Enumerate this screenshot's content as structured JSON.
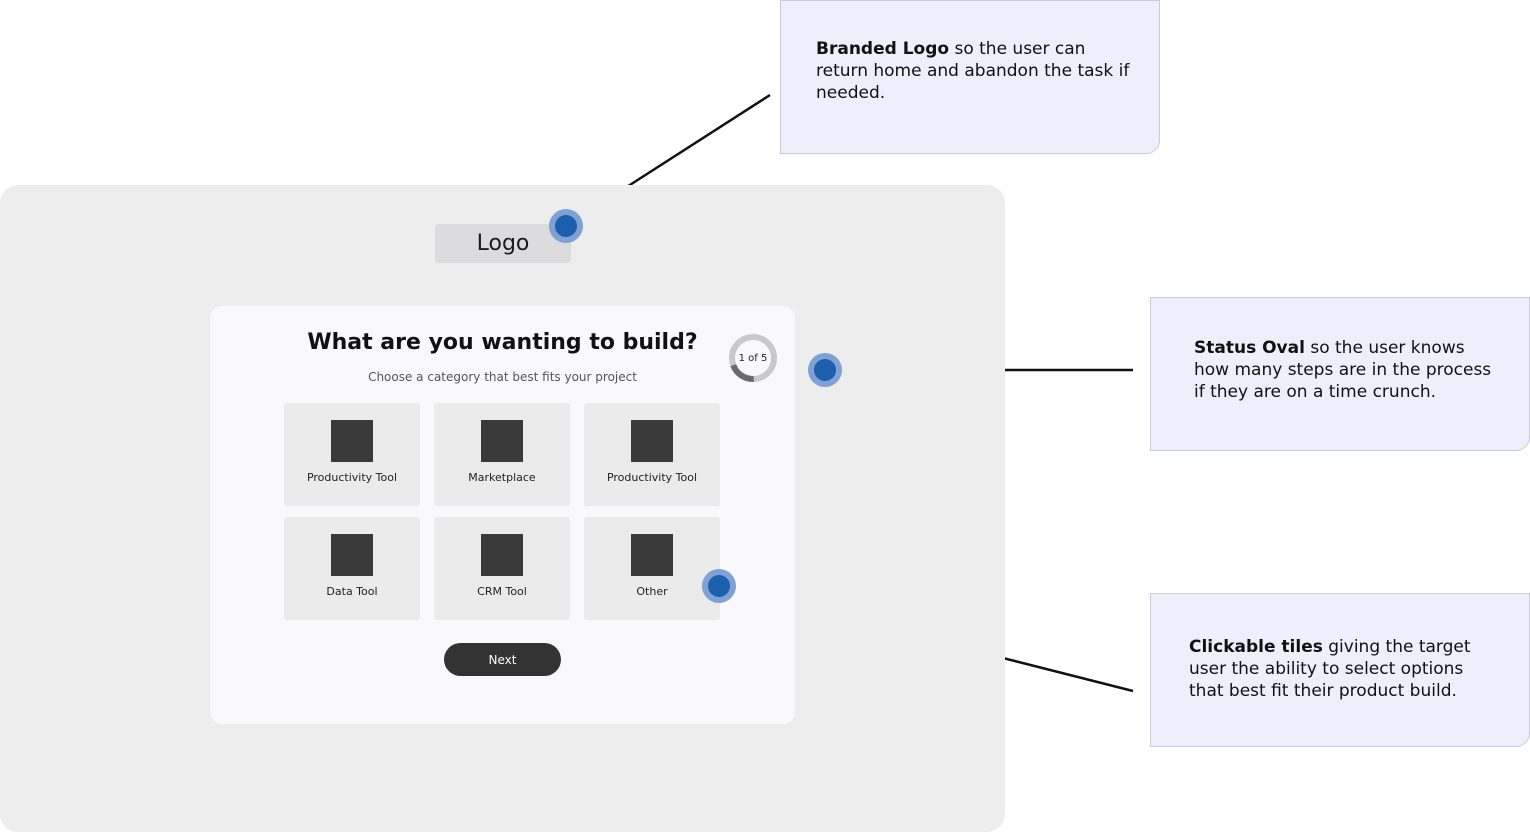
{
  "logo": {
    "label": "Logo"
  },
  "wizard": {
    "title": "What are you wanting to build?",
    "subtitle": "Choose a category that best fits your project",
    "status": {
      "label": "1 of 5",
      "progress": 0.2
    },
    "tiles": [
      {
        "label": "Productivity Tool"
      },
      {
        "label": "Marketplace"
      },
      {
        "label": "Productivity Tool"
      },
      {
        "label": "Data Tool"
      },
      {
        "label": "CRM Tool"
      },
      {
        "label": "Other"
      }
    ],
    "next_label": "Next"
  },
  "annotations": {
    "logo": {
      "title": "Branded Logo",
      "body": " so the user can return home and abandon the task if needed."
    },
    "status": {
      "title": "Status Oval",
      "body": " so the user knows how many steps are in the process if they are on a time crunch."
    },
    "tiles": {
      "title": "Clickable tiles",
      "body": " giving the target user the ability to select options that best fit their product build."
    }
  },
  "colors": {
    "marker": "#1b5fad",
    "marker_ring": "#7fa1d3",
    "note_bg": "#edf0fb",
    "button": "#333333",
    "tile_icon": "#3a3a3a"
  }
}
